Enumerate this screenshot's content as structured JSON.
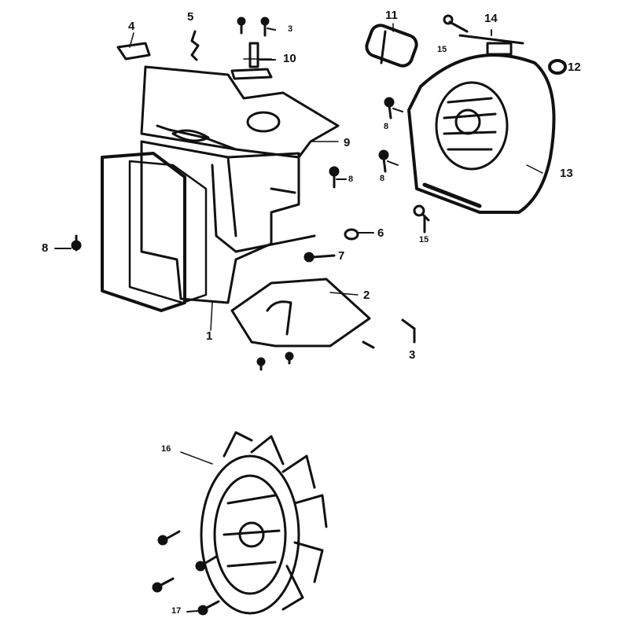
{
  "diagram": {
    "callouts": {
      "c4": "4",
      "c5": "5",
      "c3top": "3",
      "c10": "10",
      "c11": "11",
      "c14": "14",
      "c15top": "15",
      "c12": "12",
      "c13": "13",
      "c9": "9",
      "c8a": "8",
      "c8b": "8",
      "c8c": "8",
      "c8d": "8",
      "c6": "6",
      "c7": "7",
      "c2": "2",
      "c1": "1",
      "c3bot": "3",
      "c15bot": "15",
      "c16": "16",
      "c17": "17"
    }
  }
}
